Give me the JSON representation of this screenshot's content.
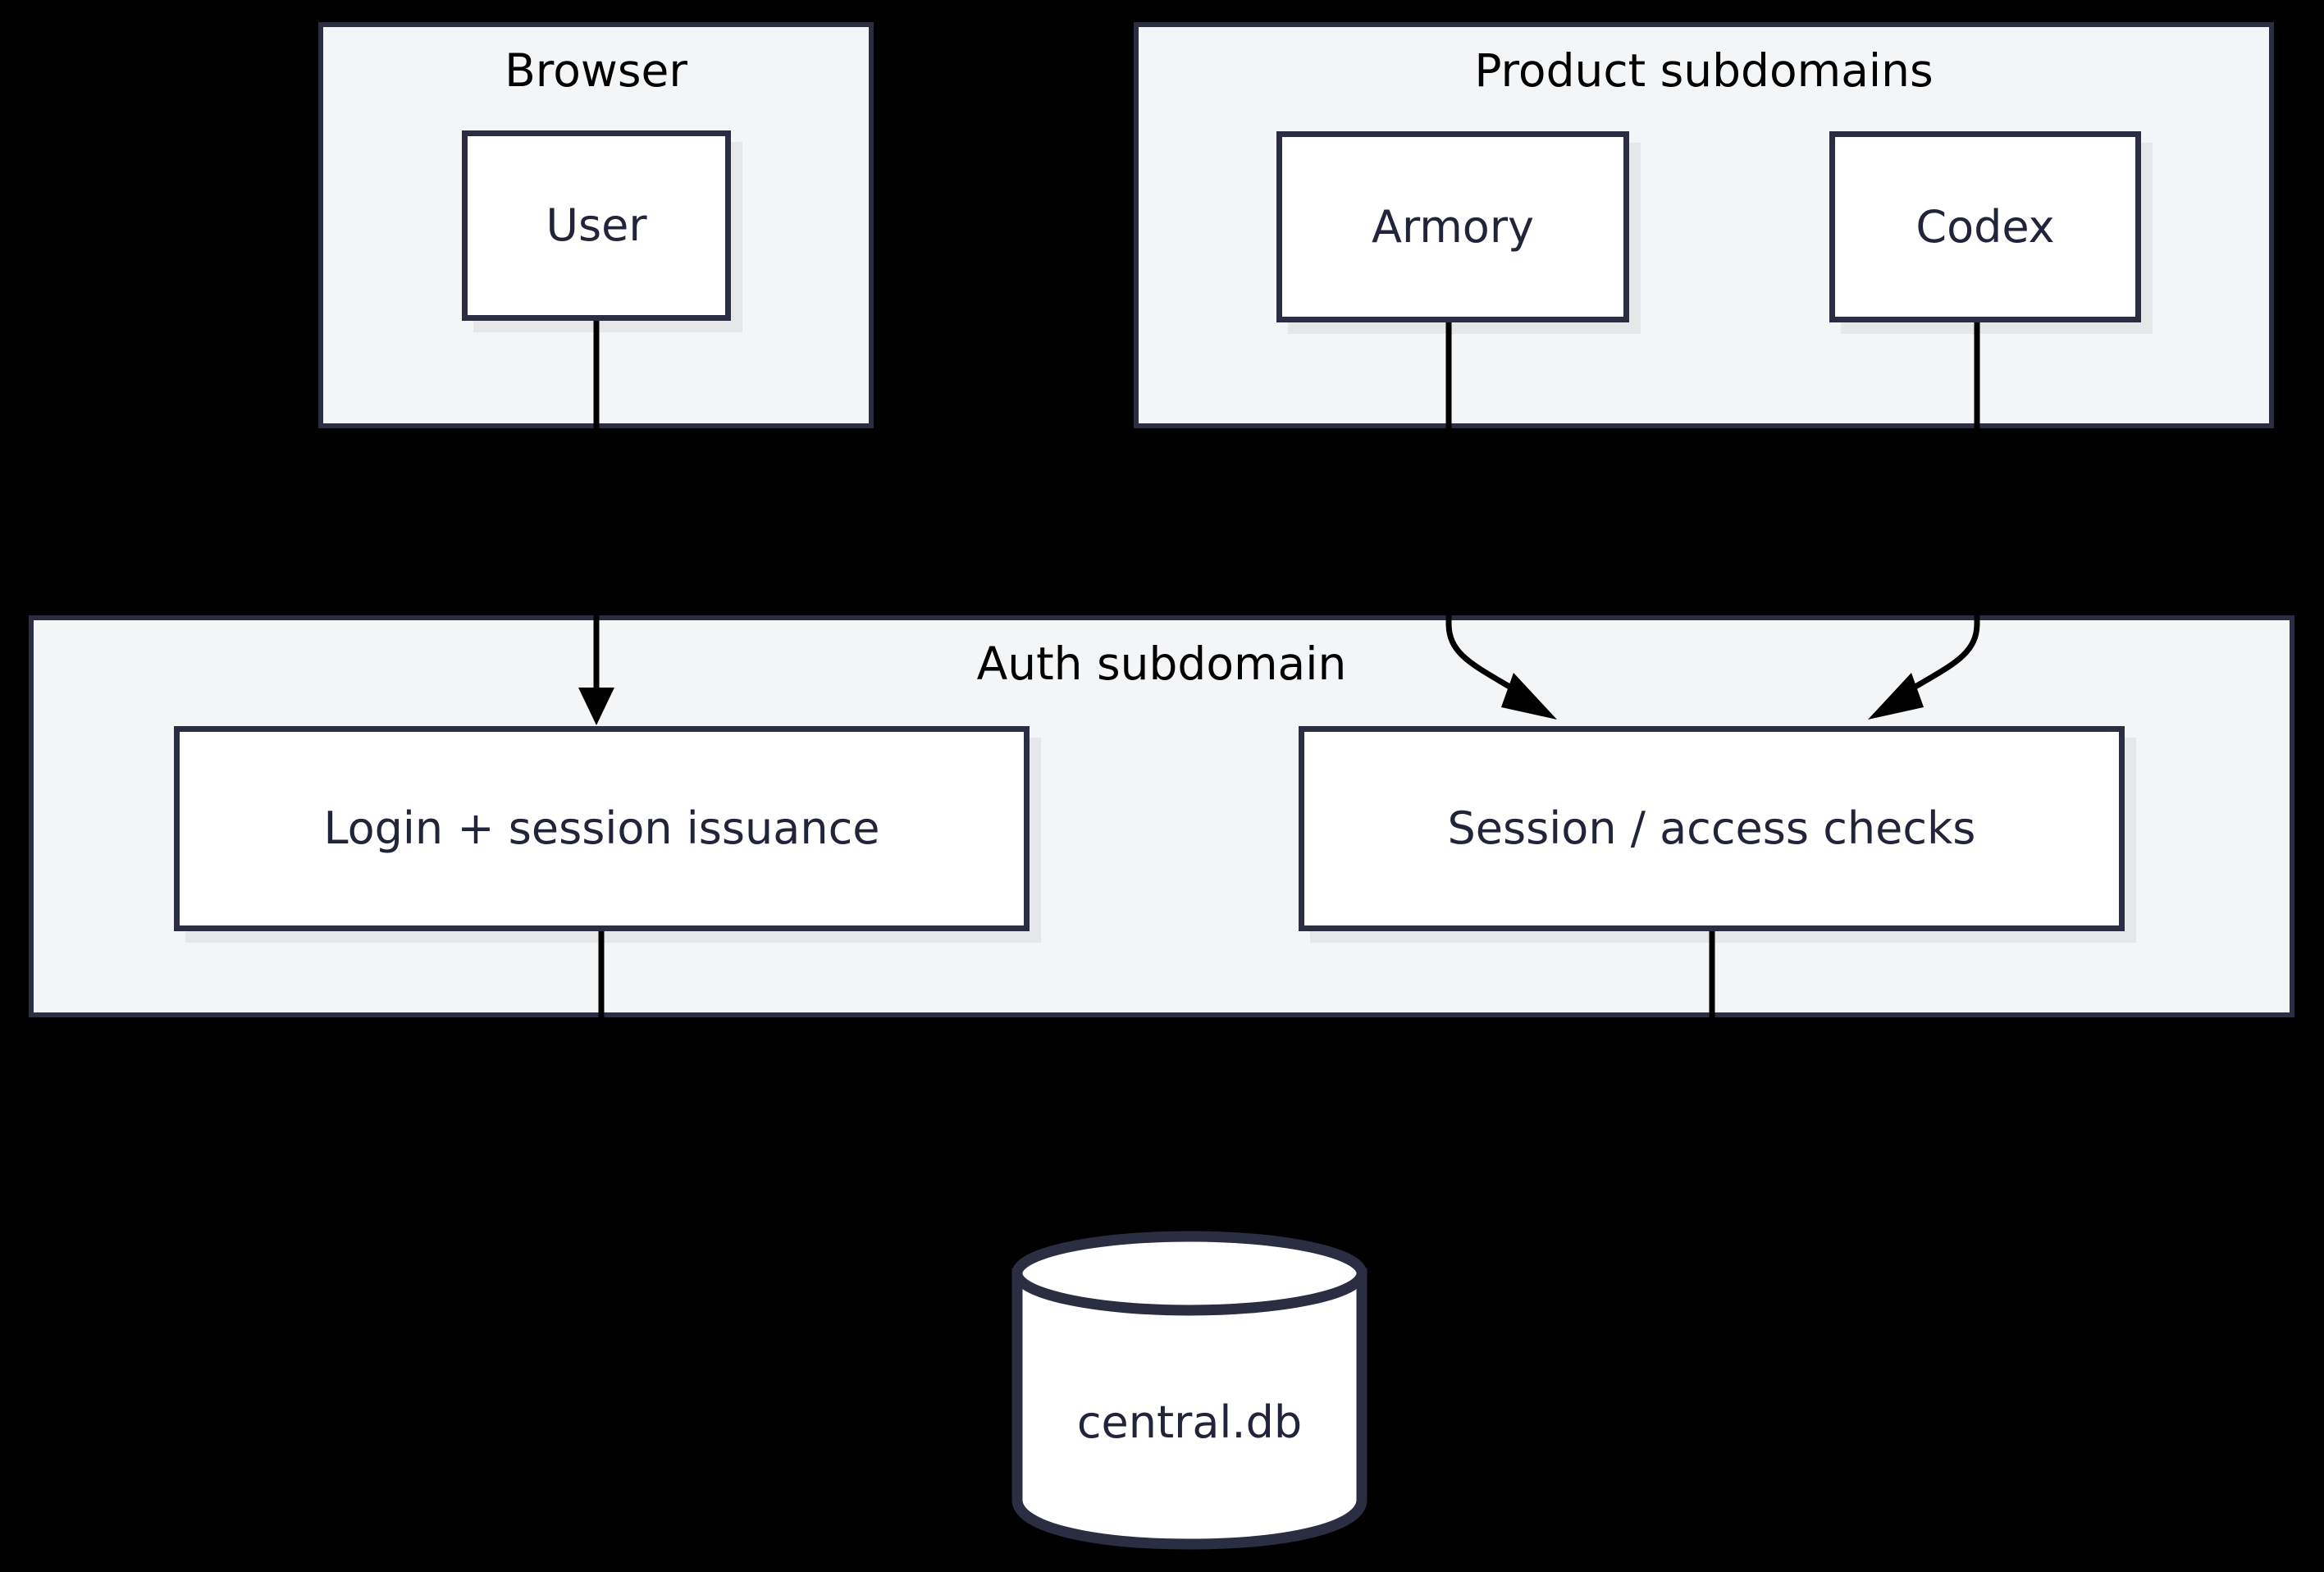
{
  "diagram": {
    "background_color": "#000000",
    "cluster_fill": "#f4f5f7",
    "cluster_border": "#2b2d42",
    "node_fill": "#ffffff",
    "node_border": "#2b2d42",
    "node_text_color": "#22243a",
    "cluster_title_color": "#000000",
    "edge_color": "#000000"
  },
  "clusters": [
    {
      "id": "browser",
      "title": "Browser",
      "nodes": [
        {
          "id": "user",
          "label": "User"
        }
      ]
    },
    {
      "id": "product-subdomains",
      "title": "Product subdomains",
      "nodes": [
        {
          "id": "armory",
          "label": "Armory"
        },
        {
          "id": "codex",
          "label": "Codex"
        }
      ]
    },
    {
      "id": "auth-subdomain",
      "title": "Auth subdomain",
      "nodes": [
        {
          "id": "login",
          "label": "Login + session issuance"
        },
        {
          "id": "session-checks",
          "label": "Session / access checks"
        }
      ]
    }
  ],
  "database": {
    "id": "central-db",
    "label": "central.db",
    "shape": "cylinder"
  },
  "edges": [
    {
      "from": "user",
      "to": "login",
      "arrow": true
    },
    {
      "from": "armory",
      "to": "session-checks",
      "arrow": true
    },
    {
      "from": "codex",
      "to": "session-checks",
      "arrow": true
    },
    {
      "from": "login",
      "to": "central-db",
      "arrow": false
    },
    {
      "from": "session-checks",
      "to": "central-db",
      "arrow": false
    }
  ]
}
